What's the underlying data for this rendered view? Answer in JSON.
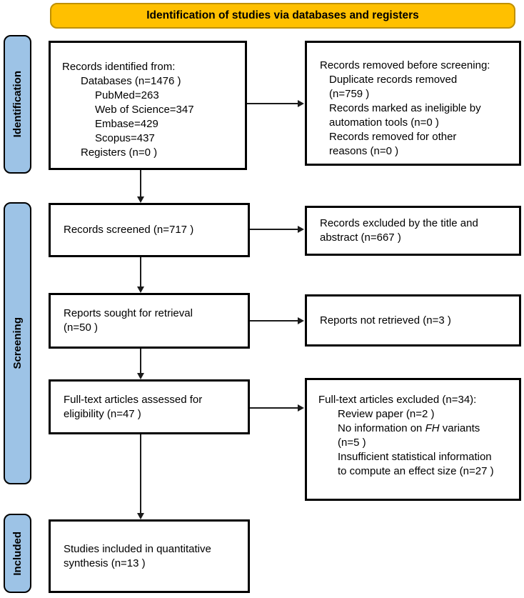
{
  "banner": {
    "label": "Identification of studies via databases and registers"
  },
  "stages": [
    {
      "label": "Identification"
    },
    {
      "label": "Screening"
    },
    {
      "label": "Included"
    }
  ],
  "colors": {
    "banner_bg": "#FFC000",
    "banner_border": "#BF9000",
    "stage_bg": "#9DC3E6",
    "box_border": "#000000",
    "arrow": "#1A1A1A"
  },
  "boxes": {
    "records_identified": {
      "title": "Records identified from:",
      "lines": [
        "Databases (n=1476 )",
        "PubMed=263",
        "Web of Science=347",
        "Embase=429",
        "Scopus=437",
        "Registers (n=0 )"
      ]
    },
    "records_removed": {
      "title": "Records removed before screening:",
      "lines": [
        "Duplicate records removed",
        "(n=759 )",
        "Records marked as ineligible by",
        "automation tools (n=0 )",
        "Records removed for other",
        "reasons (n=0 )"
      ]
    },
    "records_screened": {
      "text": "Records screened (n=717 )"
    },
    "records_excluded": {
      "lines": [
        "Records excluded by the title and",
        "abstract (n=667 )"
      ]
    },
    "reports_sought": {
      "lines": [
        "Reports sought for retrieval",
        "(n=50 )"
      ]
    },
    "reports_not_retrieved": {
      "text": "Reports not retrieved (n=3 )"
    },
    "fulltext_assessed": {
      "lines": [
        "Full-text articles assessed for",
        "eligibility (n=47 )"
      ]
    },
    "fulltext_excluded": {
      "title": "Full-text articles excluded (n=34):",
      "review_paper": "Review paper (n=2 )",
      "no_info_pre": "No information on ",
      "no_info_gene": "FH",
      "no_info_post": " variants",
      "no_info_n": " (n=5 )",
      "insufficient_1": "Insufficient statistical information",
      "insufficient_2": "to compute an effect size (n=27 )"
    },
    "studies_included": {
      "lines": [
        "Studies included in quantitative",
        "synthesis (n=13 )"
      ]
    }
  }
}
